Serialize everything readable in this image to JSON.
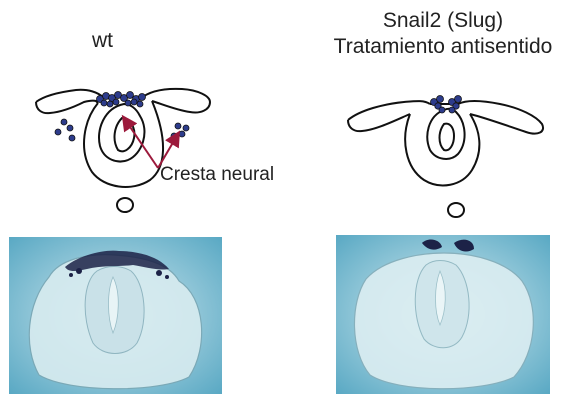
{
  "labels": {
    "wild_type": "wt",
    "morphant_line1": "Snail2 (Slug)",
    "morphant_line2": "Tratamiento antisentido",
    "neural_crest": "Cresta neural"
  },
  "colors": {
    "outline": "#111111",
    "crest_cells": "#2d3c8c",
    "arrow": "#9c1a3c",
    "photo_bg_light": "#cfe7ee",
    "photo_bg_dark": "#5aa9c4",
    "stain": "#1c2247"
  }
}
